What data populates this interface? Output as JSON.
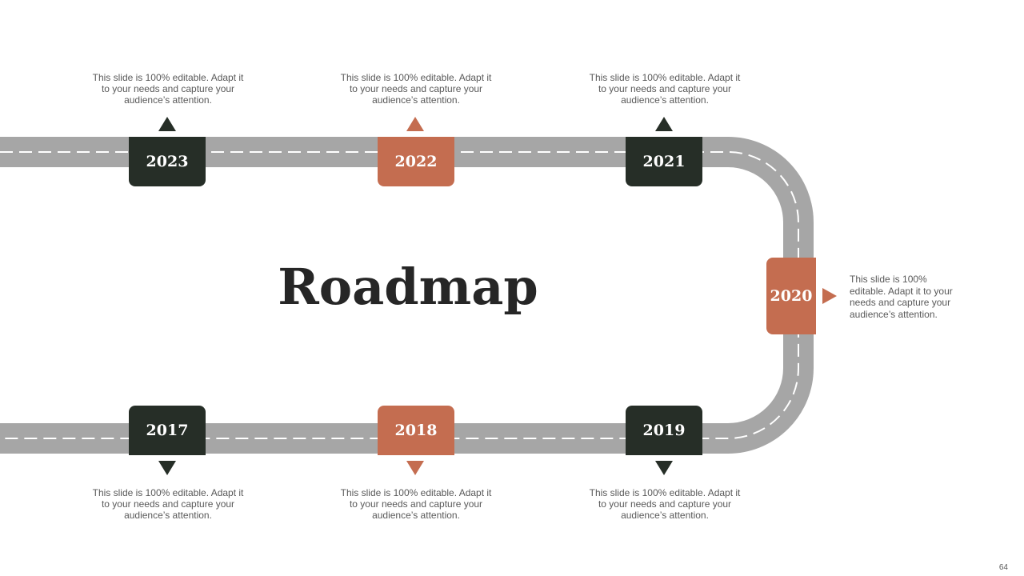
{
  "title": "Roadmap",
  "page_number": "64",
  "colors": {
    "dark": "#262e27",
    "accent": "#c46d50",
    "road": "#a6a6a6",
    "text": "#595959"
  },
  "milestones": [
    {
      "year": "2023",
      "text": "This slide is 100% editable. Adapt it to your needs and capture your audience’s attention."
    },
    {
      "year": "2022",
      "text": "This slide is 100% editable. Adapt it to your needs and capture your audience’s attention."
    },
    {
      "year": "2021",
      "text": "This slide is 100% editable. Adapt it to your needs and capture your audience’s attention."
    },
    {
      "year": "2020",
      "text": "This slide is 100% editable. Adapt it to your needs and capture your audience’s attention."
    },
    {
      "year": "2019",
      "text": "This slide is 100% editable. Adapt it to your needs and capture your audience’s attention."
    },
    {
      "year": "2018",
      "text": "This slide is 100% editable. Adapt it to your needs and capture your audience’s attention."
    },
    {
      "year": "2017",
      "text": "This slide is 100% editable. Adapt it to your needs and capture your audience’s attention."
    }
  ]
}
